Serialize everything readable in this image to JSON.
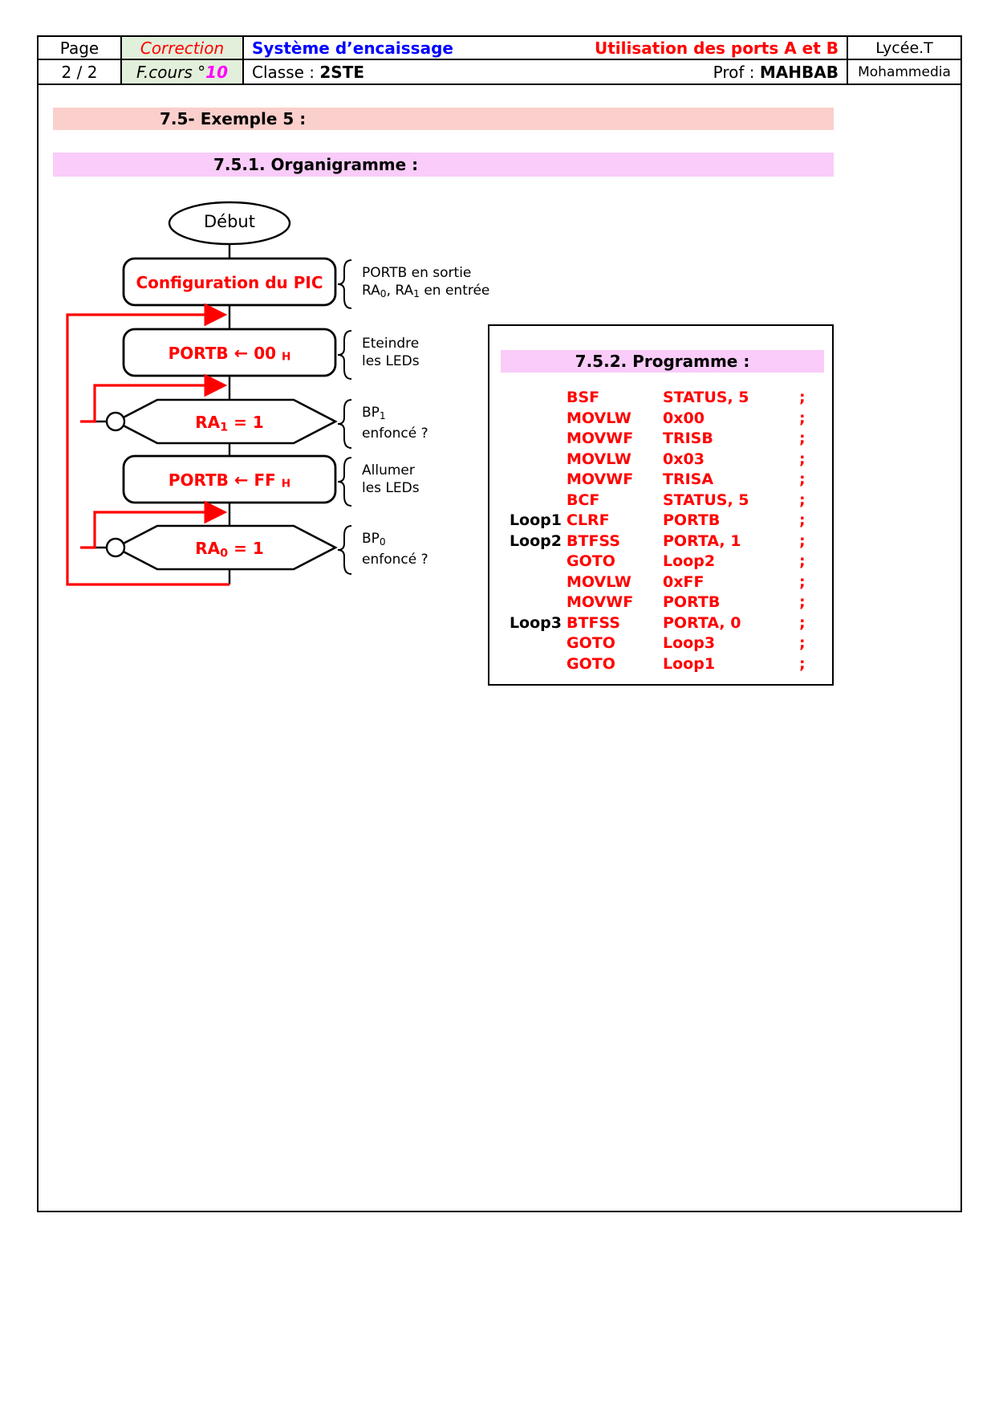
{
  "header": {
    "page_label": "Page",
    "page_value": "2 / 2",
    "correction": "Correction",
    "fcours_prefix": "F.cours °",
    "fcours_num": "10",
    "system_title": "Système d’encaissage",
    "usage_title": "Utilisation des ports A et B",
    "classe": "Classe : ",
    "classe_value": "2STE",
    "prof": "Prof : ",
    "prof_value": "MAHBAB",
    "school": "Lycée.T",
    "city": "Mohammedia"
  },
  "sections": {
    "example": "7.5- Exemple 5 :",
    "organigramme": "7.5.1. Organigramme :",
    "programme": "7.5.2. Programme :"
  },
  "flowchart": {
    "start": "Début",
    "nodes": [
      {
        "text": "Configuration du PIC",
        "note": [
          "PORTB en sortie",
          "RA₀, RA₁ en entrée"
        ]
      },
      {
        "text": "PORTB ← 00 H",
        "note": [
          "Eteindre",
          "les LEDs"
        ]
      },
      {
        "text": "RA₁ = 1",
        "note": [
          "BP₁",
          "enfoncé ?"
        ]
      },
      {
        "text": "PORTB ← FF H",
        "note": [
          "Allumer",
          "les LEDs"
        ]
      },
      {
        "text": "RA₀ = 1",
        "note": [
          "BP₀",
          "enfoncé ?"
        ]
      }
    ]
  },
  "program": {
    "columns": [
      "label",
      "mnemonic",
      "operand",
      "semicolon"
    ],
    "rows": [
      {
        "label": "",
        "mnemonic": "BSF",
        "operand": "STATUS, 5",
        "semi": ";"
      },
      {
        "label": "",
        "mnemonic": "MOVLW",
        "operand": "0x00",
        "semi": ";"
      },
      {
        "label": "",
        "mnemonic": "MOVWF",
        "operand": "TRISB",
        "semi": ";"
      },
      {
        "label": "",
        "mnemonic": "MOVLW",
        "operand": "0x03",
        "semi": ";"
      },
      {
        "label": "",
        "mnemonic": "MOVWF",
        "operand": "TRISA",
        "semi": ";"
      },
      {
        "label": "",
        "mnemonic": "BCF",
        "operand": "STATUS, 5",
        "semi": ";"
      },
      {
        "label": "Loop1",
        "mnemonic": "CLRF",
        "operand": "PORTB",
        "semi": ";"
      },
      {
        "label": "Loop2",
        "mnemonic": "BTFSS",
        "operand": "PORTA, 1",
        "semi": ";"
      },
      {
        "label": "",
        "mnemonic": "GOTO",
        "operand": "Loop2",
        "semi": ";"
      },
      {
        "label": "",
        "mnemonic": "MOVLW",
        "operand": "0xFF",
        "semi": ";"
      },
      {
        "label": "",
        "mnemonic": "MOVWF",
        "operand": "PORTB",
        "semi": ";"
      },
      {
        "label": "Loop3",
        "mnemonic": "BTFSS",
        "operand": "PORTA, 0",
        "semi": ";"
      },
      {
        "label": "",
        "mnemonic": "GOTO",
        "operand": "Loop3",
        "semi": ";"
      },
      {
        "label": "",
        "mnemonic": "GOTO",
        "operand": "Loop1",
        "semi": ";"
      }
    ]
  },
  "colors": {
    "red": "#ff0000",
    "blue": "#0000ff",
    "magenta": "#ff00ff",
    "banner_pink": "#fbcfcb",
    "banner_violet": "#f9ccf9",
    "correction_bg": "#e2efda"
  }
}
